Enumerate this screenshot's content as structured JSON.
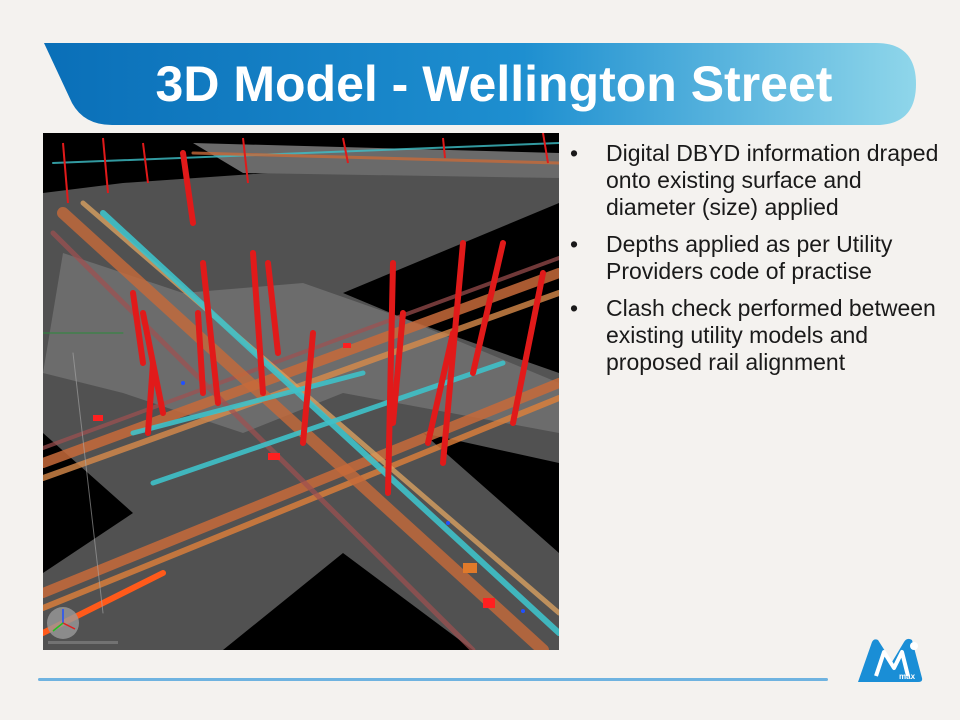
{
  "slide": {
    "title": "3D Model - Wellington Street",
    "bullets": [
      "Digital DBYD information draped onto existing surface and diameter (size) applied",
      "Depths applied as per Utility Providers code of practise",
      "Clash check performed between existing utility models and proposed rail alignment"
    ],
    "bullet_glyph": "•"
  },
  "logo": {
    "label": "max",
    "icon": "max-logo-icon"
  },
  "colors": {
    "title_bar_start": "#0a6fb8",
    "title_bar_end": "#7fd0ea",
    "footer_line": "#6fb3e0",
    "background": "#f4f2ef"
  }
}
